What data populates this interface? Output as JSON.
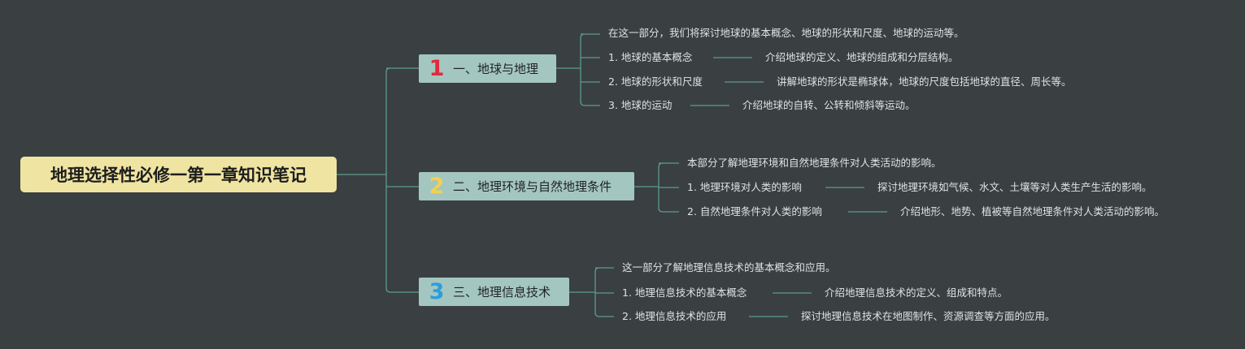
{
  "title": "地理选择性必修一第一章知识笔记",
  "colors": {
    "background": "#3a3f42",
    "root_fill": "#efe4a2",
    "branch_fill": "#a4c6c0",
    "connector": "#5a9c8d",
    "leaf_text": "#dde3e4",
    "num1": "#e02a3b",
    "num2": "#f2d14e",
    "num3": "#2a9ee0"
  },
  "branches": [
    {
      "number": "1",
      "label": "一、地球与地理",
      "intro": "在这一部分，我们将探讨地球的基本概念、地球的形状和尺度、地球的运动等。",
      "items": [
        {
          "topic": "1. 地球的基本概念",
          "detail": "介绍地球的定义、地球的组成和分层结构。"
        },
        {
          "topic": "2. 地球的形状和尺度",
          "detail": "讲解地球的形状是椭球体，地球的尺度包括地球的直径、周长等。"
        },
        {
          "topic": "3. 地球的运动",
          "detail": "介绍地球的自转、公转和倾斜等运动。"
        }
      ]
    },
    {
      "number": "2",
      "label": "二、地理环境与自然地理条件",
      "intro": "本部分了解地理环境和自然地理条件对人类活动的影响。",
      "items": [
        {
          "topic": "1. 地理环境对人类的影响",
          "detail": "探讨地理环境如气候、水文、土壤等对人类生产生活的影响。"
        },
        {
          "topic": "2. 自然地理条件对人类的影响",
          "detail": "介绍地形、地势、植被等自然地理条件对人类活动的影响。"
        }
      ]
    },
    {
      "number": "3",
      "label": "三、地理信息技术",
      "intro": "这一部分了解地理信息技术的基本概念和应用。",
      "items": [
        {
          "topic": "1. 地理信息技术的基本概念",
          "detail": "介绍地理信息技术的定义、组成和特点。"
        },
        {
          "topic": "2. 地理信息技术的应用",
          "detail": "探讨地理信息技术在地图制作、资源调查等方面的应用。"
        }
      ]
    }
  ]
}
